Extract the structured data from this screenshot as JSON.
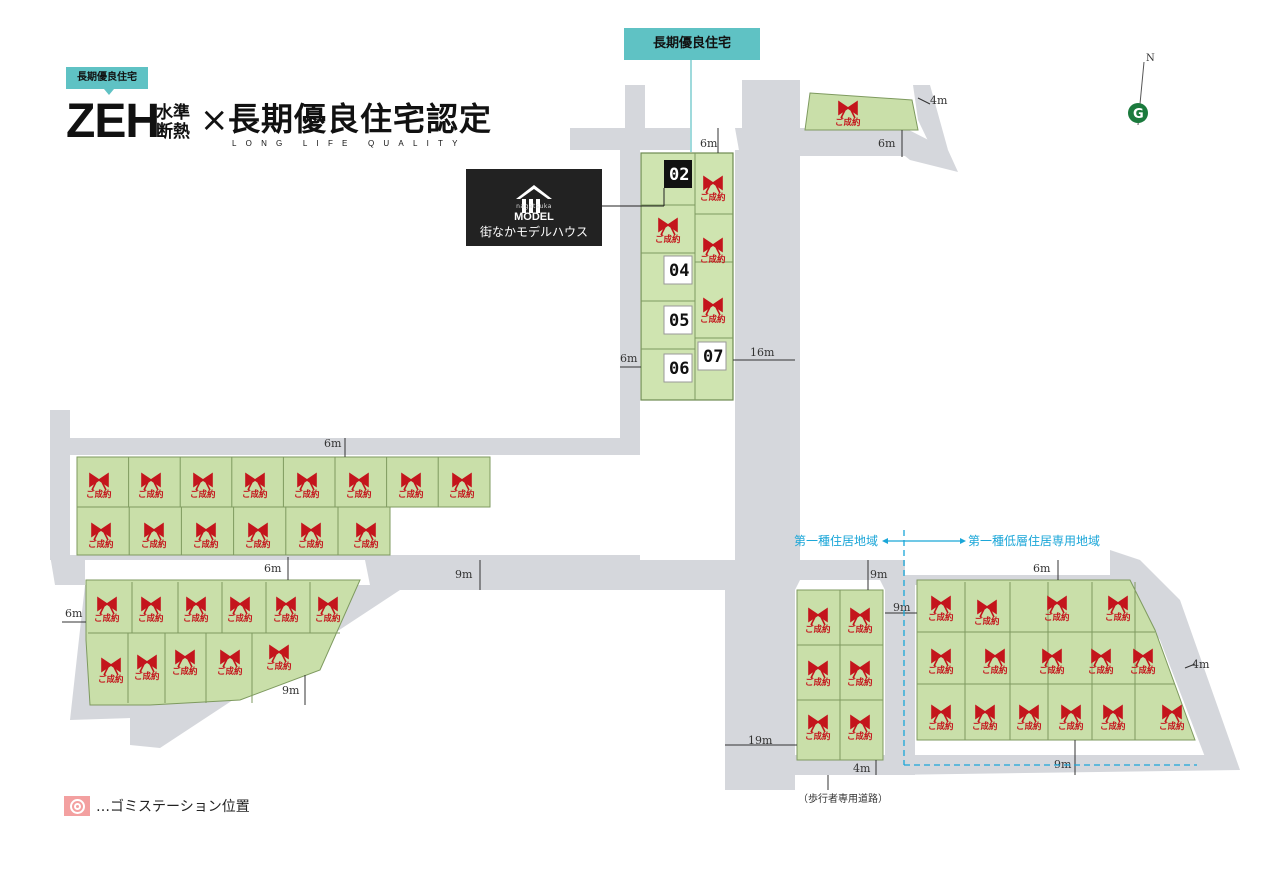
{
  "header": {
    "badge": "長期優良住宅",
    "zeh": "ZEH",
    "zeh_sub": "水準断熱",
    "times": "×",
    "cert": "長期優良住宅認定",
    "cert_en": "LONG LIFE QUALITY"
  },
  "top_tag": "長期優良住宅",
  "model": {
    "brand": "nagatsuka",
    "word": "MODEL",
    "label": "街なかモデルハウス"
  },
  "lot_numbers": [
    "02",
    "04",
    "05",
    "06",
    "07"
  ],
  "sold_label": "ご成約",
  "dimensions": {
    "top_road_north": "6m",
    "top_road_north2": "6m",
    "top_right_4m": "4m",
    "left_6m": "6m",
    "east_16m": "16m",
    "mid_6m": "6m",
    "mid_lower_6m": "6m",
    "mid_9m": "9m",
    "far_left_6m": "6m",
    "lower_9m": "9m",
    "sw_19m": "19m",
    "se_9m_a": "9m",
    "se_9m_b": "9m",
    "se_6m": "6m",
    "se_4m": "4m",
    "se_9m_bottom": "9m",
    "se_4m_bottom": "4m"
  },
  "zones": {
    "left": "第一種住居地域",
    "right": "第一種低層住居専用地域"
  },
  "pedestrian": "（歩行者専用道路）",
  "compass": "N",
  "compass_mark": "G",
  "legend": "…ゴミステーション位置",
  "colors": {
    "accent": "#5fc2c4",
    "lot": "#c9dfa9",
    "road": "#d5d7dc",
    "sold": "#c4151c",
    "zone": "#1aa6d8",
    "legend": "#f3a0a0"
  }
}
